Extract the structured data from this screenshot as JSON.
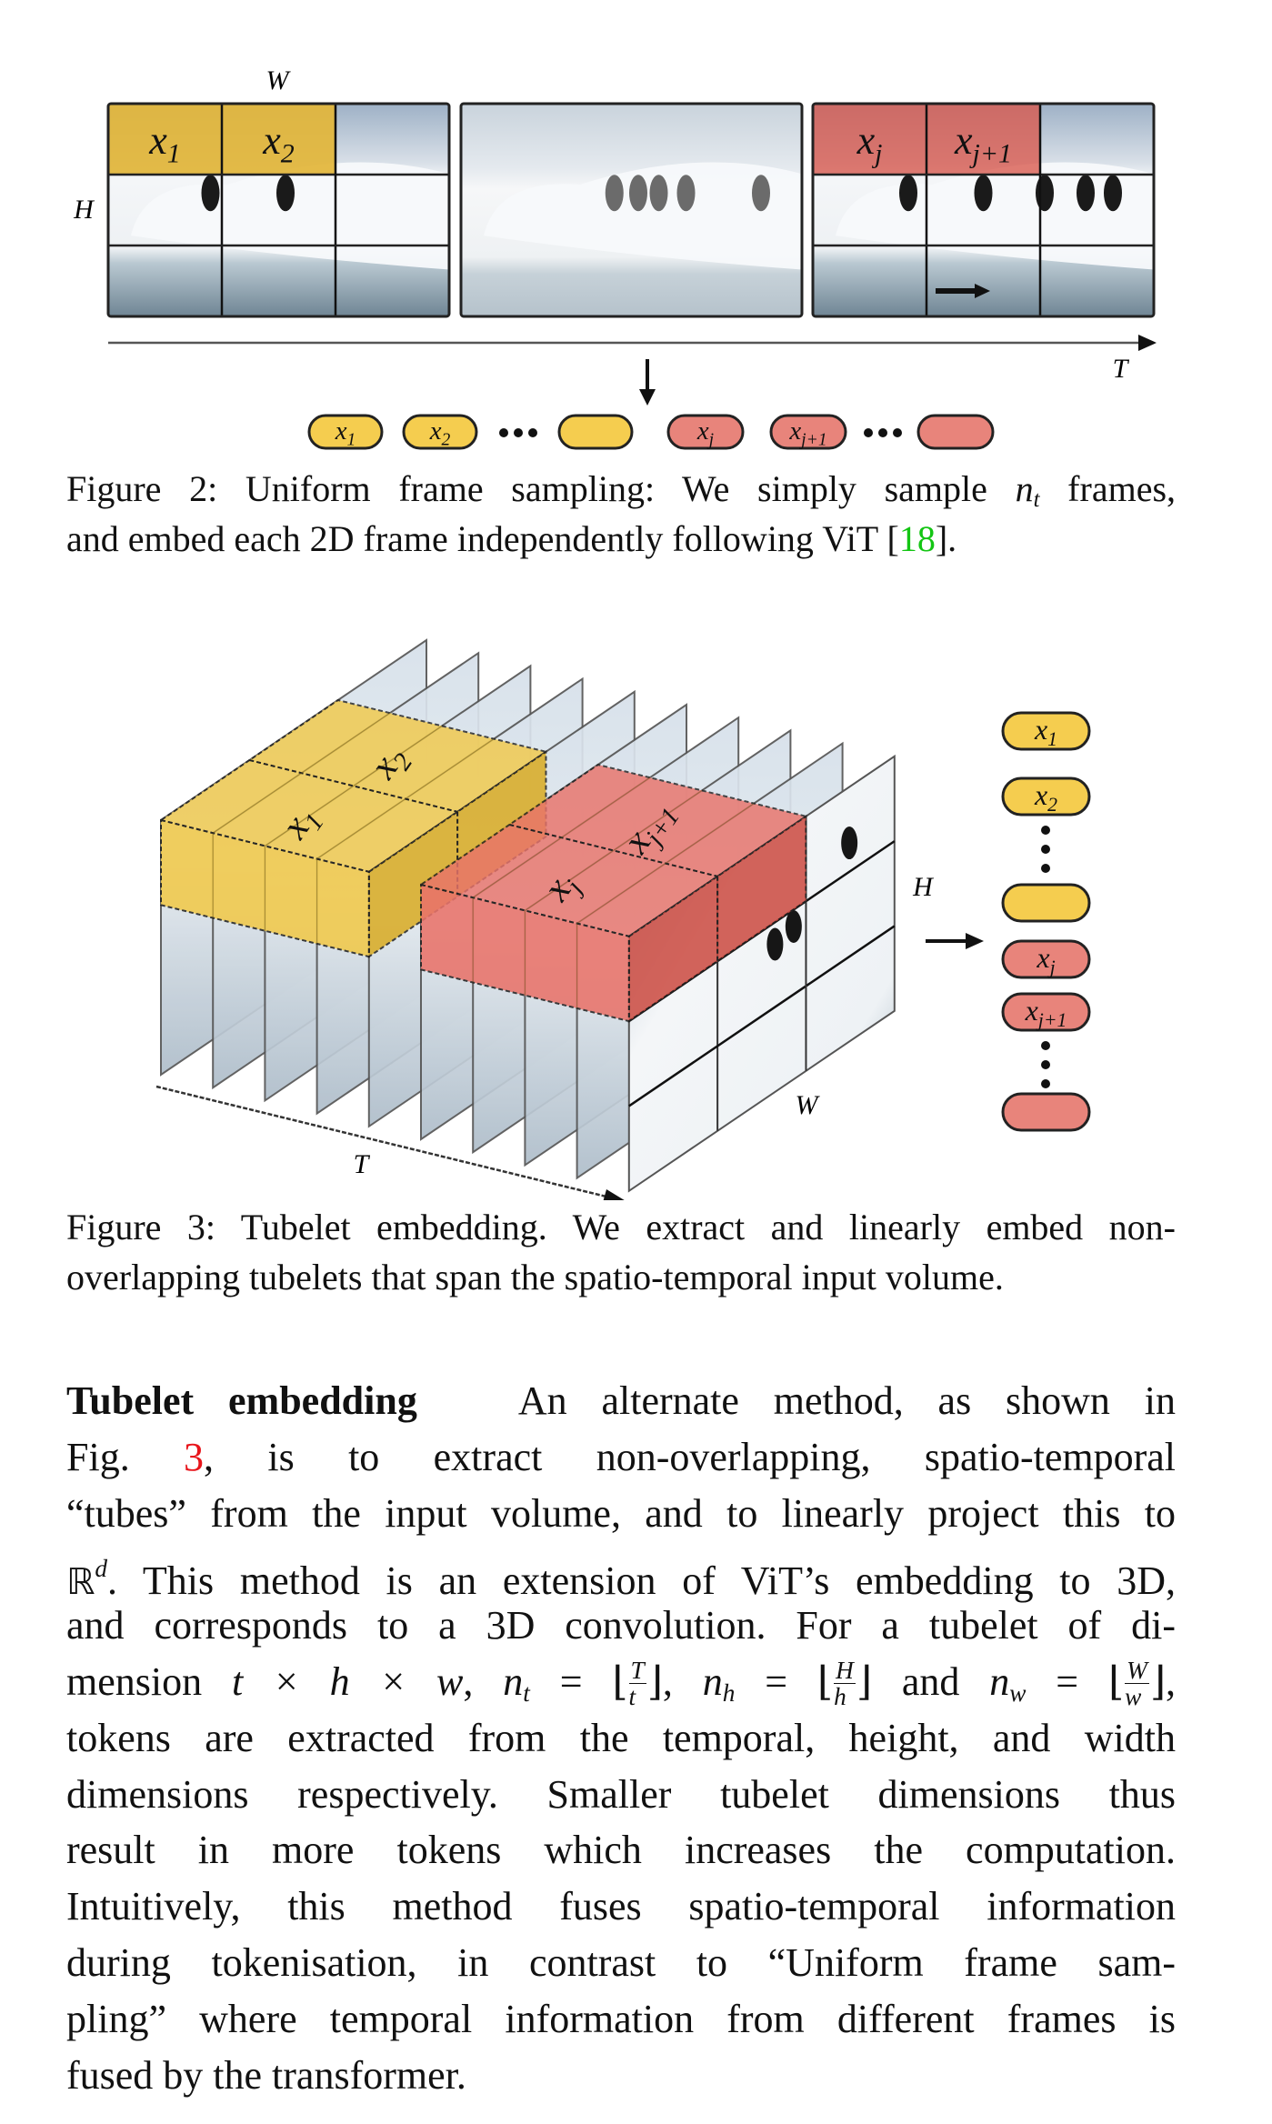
{
  "figure2": {
    "axis_labels": {
      "width": "W",
      "height": "H",
      "time": "T"
    },
    "frames": [
      {
        "id": "frame-1",
        "highlight": "yellow",
        "highlight_cells": [
          "x_1",
          "x_2"
        ]
      },
      {
        "id": "frame-2",
        "highlight": "none",
        "highlight_cells": []
      },
      {
        "id": "frame-3",
        "highlight": "red",
        "highlight_cells": [
          "x_j",
          "x_{j+1}"
        ]
      }
    ],
    "grid": {
      "rows": 3,
      "cols": 3
    },
    "cell_labels": {
      "x1": {
        "base": "x",
        "sub": "1"
      },
      "x2": {
        "base": "x",
        "sub": "2"
      },
      "xj": {
        "base": "x",
        "sub": "j"
      },
      "xj1": {
        "base": "x",
        "sub": "j+1"
      }
    },
    "tokens": [
      {
        "label_base": "x",
        "label_sub": "1",
        "color": "yellow"
      },
      {
        "label_base": "x",
        "label_sub": "2",
        "color": "yellow"
      },
      {
        "ellipsis": "•••"
      },
      {
        "label_base": "",
        "label_sub": "",
        "color": "yellow"
      },
      {
        "label_base": "x",
        "label_sub": "j",
        "color": "red"
      },
      {
        "label_base": "x",
        "label_sub": "j+1",
        "color": "red"
      },
      {
        "ellipsis": "•••"
      },
      {
        "label_base": "",
        "label_sub": "",
        "color": "red"
      }
    ],
    "caption": {
      "line1_prefix": "Figure 2: Uniform frame sampling: We simply sample ",
      "line1_math_base": "n",
      "line1_math_sub": "t",
      "line1_suffix": " frames,",
      "line2_prefix": "and embed each 2D frame independently following ViT [",
      "line2_ref": "18",
      "line2_suffix": "]."
    }
  },
  "figure3": {
    "axis_labels": {
      "width": "W",
      "height": "H",
      "time": "T"
    },
    "num_frames": 10,
    "tubelets": {
      "yellow": {
        "front_label": {
          "base": "x",
          "sub": "1"
        },
        "back_label": {
          "base": "x",
          "sub": "2"
        }
      },
      "red": {
        "front_label": {
          "base": "x",
          "sub": "j"
        },
        "back_label": {
          "base": "x",
          "sub": "j+1"
        }
      }
    },
    "tokens": [
      {
        "label_base": "x",
        "label_sub": "1",
        "color": "yellow"
      },
      {
        "label_base": "x",
        "label_sub": "2",
        "color": "yellow"
      },
      {
        "ellipsis": "⋮"
      },
      {
        "label_base": "",
        "label_sub": "",
        "color": "yellow"
      },
      {
        "label_base": "x",
        "label_sub": "j",
        "color": "red"
      },
      {
        "label_base": "x",
        "label_sub": "j+1",
        "color": "red"
      },
      {
        "ellipsis": "⋮"
      },
      {
        "label_base": "",
        "label_sub": "",
        "color": "red"
      }
    ],
    "caption": {
      "line1": "Figure 3: Tubelet embedding. We extract and linearly embed non-",
      "line2": "overlapping tubelets that span the spatio-temporal input volume."
    }
  },
  "colors": {
    "yellow_fill": "#f5cd4f",
    "yellow_overlay": "#e2b63a",
    "red_fill": "#e8847b",
    "red_overlay": "#d9574c",
    "frame_bg": "#c9d6e3",
    "ref_red": "#e8151b",
    "ref_green": "#13c513"
  },
  "paragraph": {
    "heading": "Tubelet embedding",
    "lines": {
      "l1": "An alternate method, as shown in",
      "l2_a": "Fig. ",
      "l2_ref": "3",
      "l2_b": ", is to extract non-overlapping, spatio-temporal",
      "l3": "“tubes” from the input volume, and to linearly project this to",
      "l4_bb": "ℝ",
      "l4_sup": "d",
      "l4_b": ". This method is an extension of ViT’s embedding to 3D,",
      "l5": "and corresponds to a 3D convolution.  For a tubelet of di-",
      "l6_a": "mension ",
      "l6_m1": "t × h × w",
      "l6_nt": "n",
      "l6_nt_sub": "t",
      "l6_eq": " = ⌊",
      "l6_f1_num": "T",
      "l6_f1_den": "t",
      "l6_close": "⌋, ",
      "l6_nh": "n",
      "l6_nh_sub": "h",
      "l6_f2_num": "H",
      "l6_f2_den": "h",
      "l6_and": "⌋ and ",
      "l6_nw": "n",
      "l6_nw_sub": "w",
      "l6_f3_num": "W",
      "l6_f3_den": "w",
      "l6_end": "⌋,",
      "l7": "tokens are extracted from the temporal, height, and width",
      "l8": "dimensions respectively.  Smaller tubelet dimensions thus",
      "l9": "result in more tokens which increases the computation.",
      "l10": "Intuitively, this method fuses spatio-temporal information",
      "l11": "during tokenisation, in contrast to “Uniform frame sam-",
      "l12": "pling” where temporal information from different frames is",
      "l13": "fused by the transformer."
    }
  }
}
